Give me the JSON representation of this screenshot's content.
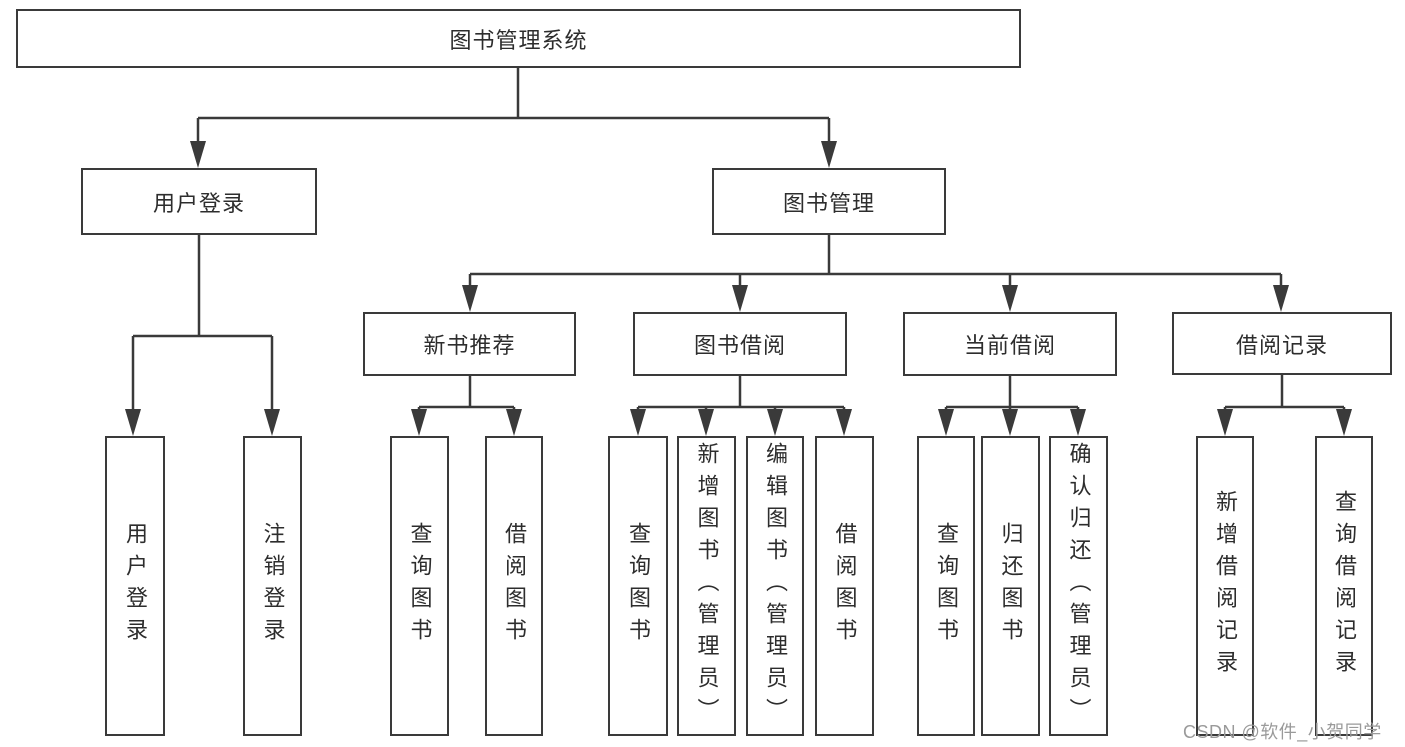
{
  "diagram": {
    "root": {
      "label": "图书管理系统"
    },
    "level1": [
      {
        "label": "用户登录"
      },
      {
        "label": "图书管理"
      }
    ],
    "level2": [
      {
        "label": "新书推荐"
      },
      {
        "label": "图书借阅"
      },
      {
        "label": "当前借阅"
      },
      {
        "label": "借阅记录"
      }
    ],
    "level3": [
      {
        "label": "用户登录"
      },
      {
        "label": "注销登录"
      },
      {
        "label": "查询图书"
      },
      {
        "label": "借阅图书"
      },
      {
        "label": "查询图书"
      },
      {
        "label": "新增图书（管理员）"
      },
      {
        "label": "编辑图书（管理员）"
      },
      {
        "label": "借阅图书"
      },
      {
        "label": "查询图书"
      },
      {
        "label": "归还图书"
      },
      {
        "label": "确认归还（管理员）"
      },
      {
        "label": "新增借阅记录"
      },
      {
        "label": "查询借阅记录"
      }
    ]
  },
  "watermark": {
    "text": "CSDN @软件_小贺同学"
  },
  "colors": {
    "line": "#3a3a3a",
    "text": "#2d2d2d",
    "box_bg": "#ffffff",
    "background": "#ffffff",
    "watermark": "#9a9a9a"
  }
}
